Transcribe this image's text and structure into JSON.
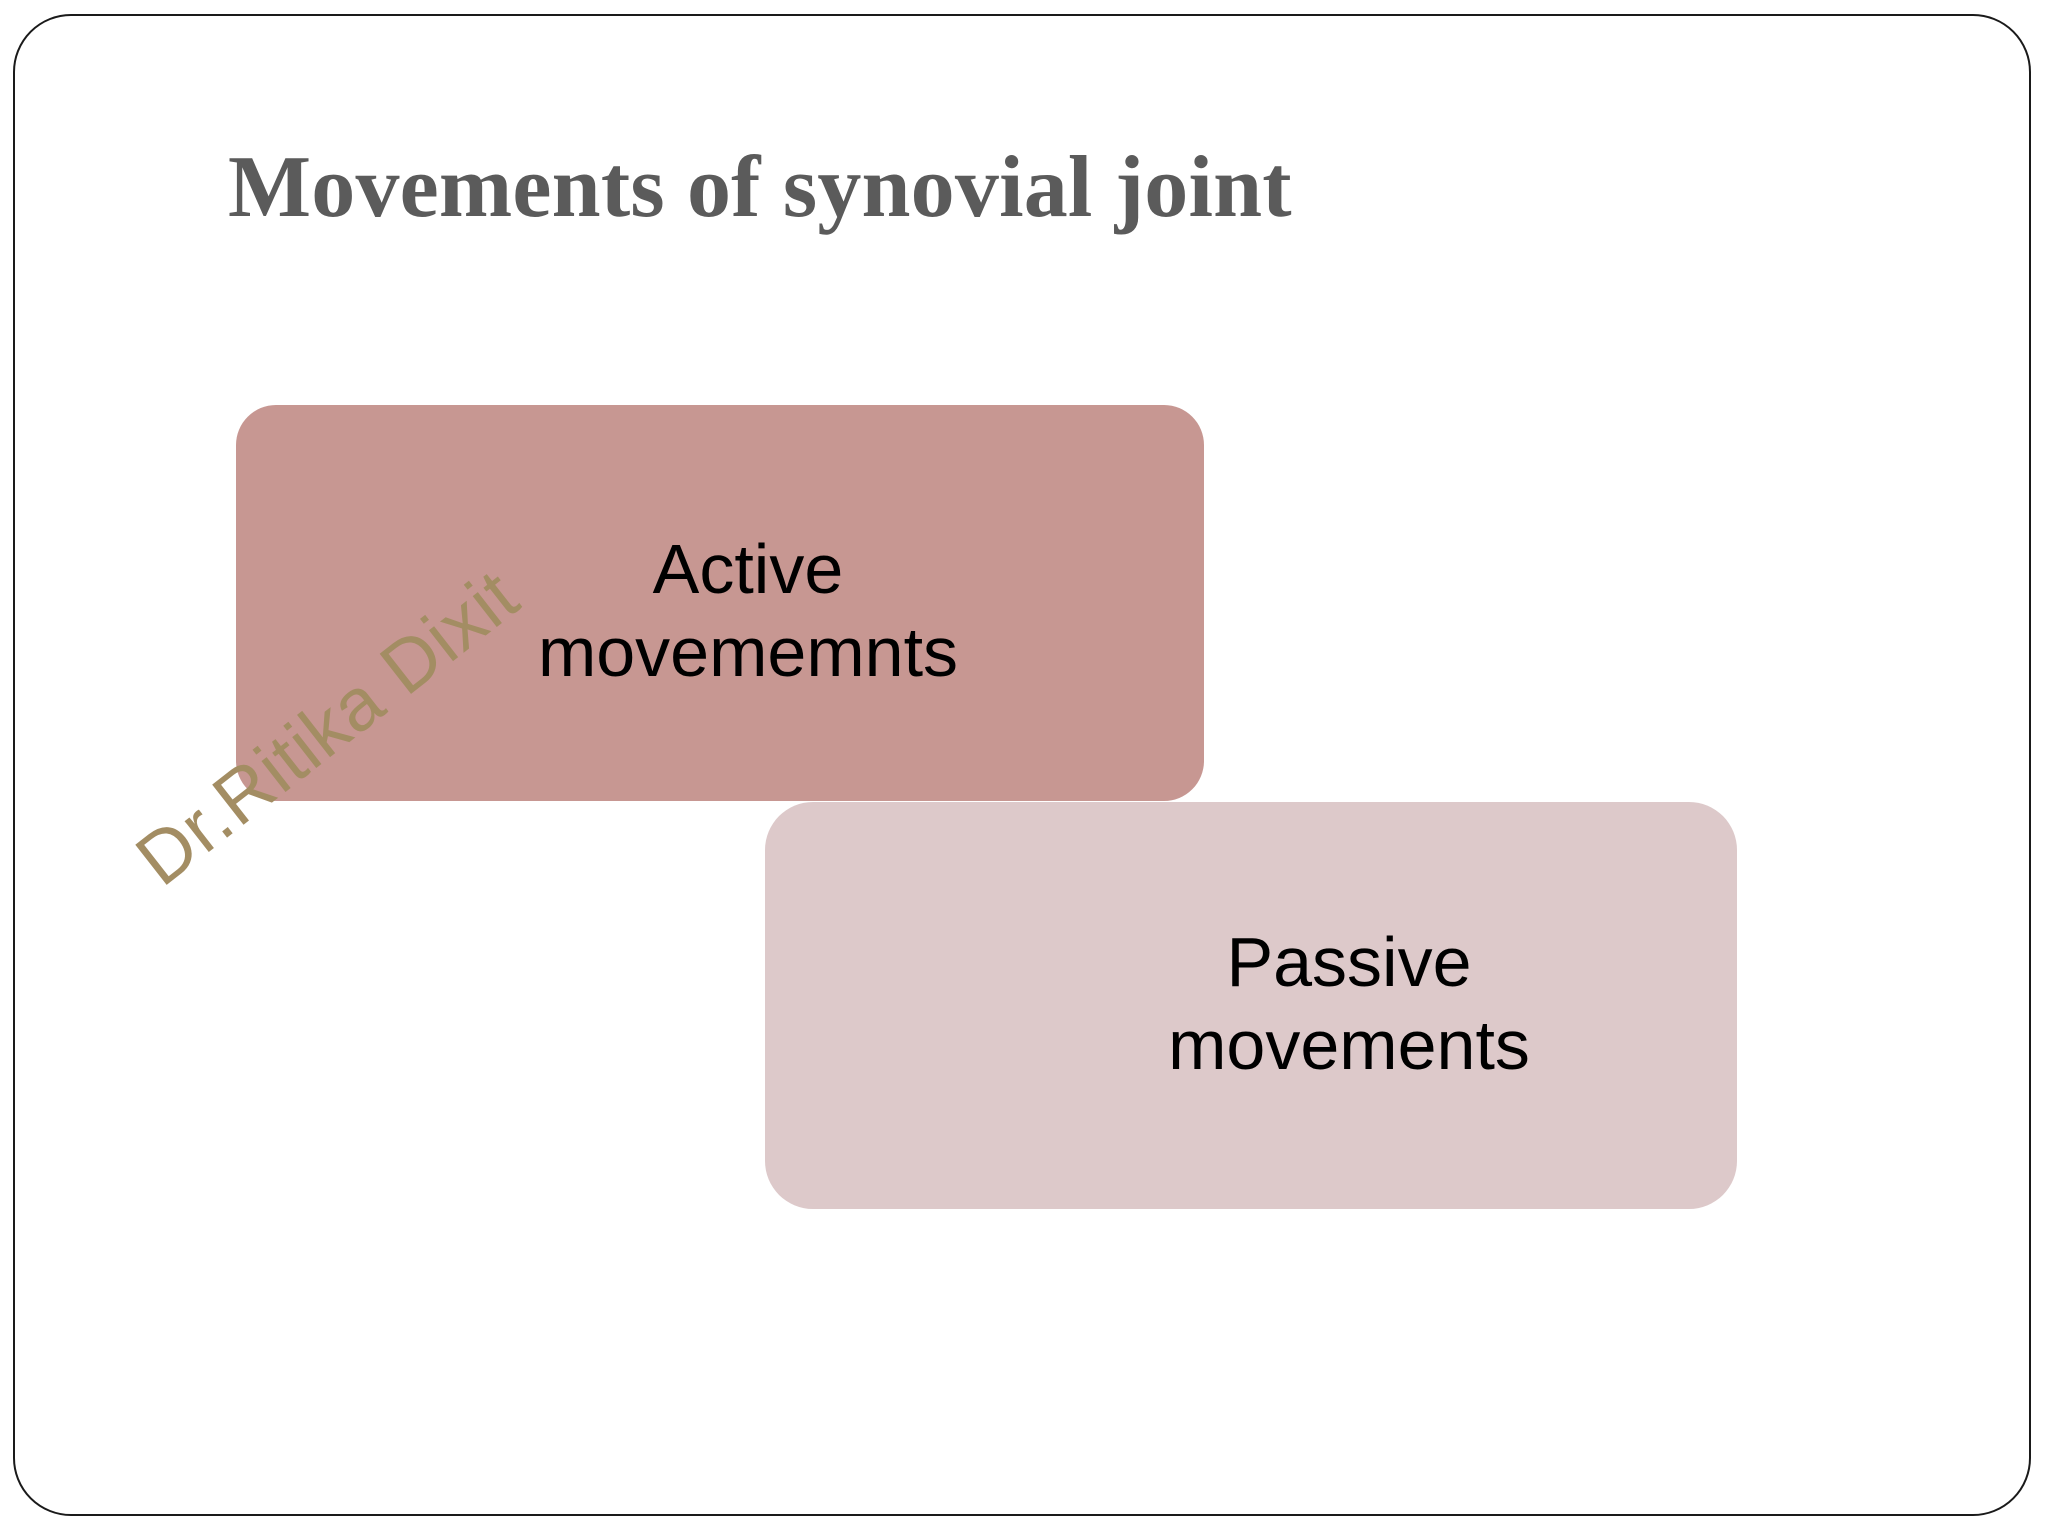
{
  "slide": {
    "title": "Movements of synovial joint",
    "background_color": "#ffffff",
    "frame_color": "#1a1a1a",
    "title_color": "#5b5b5b"
  },
  "boxes": [
    {
      "name": "active-movements",
      "label": "Active movememnts",
      "line1": "Active",
      "line2": "movememnts",
      "fill_color": "#c79792",
      "text_color": "#000000"
    },
    {
      "name": "passive-movements",
      "label": "Passive movements",
      "line1": "Passive",
      "line2": "movements",
      "fill_color": "#ddc9ca",
      "text_color": "#000000"
    }
  ],
  "watermark": {
    "text": "Dr.Ritika Dixit",
    "color": "#a38d63",
    "rotation_degrees": -38
  }
}
